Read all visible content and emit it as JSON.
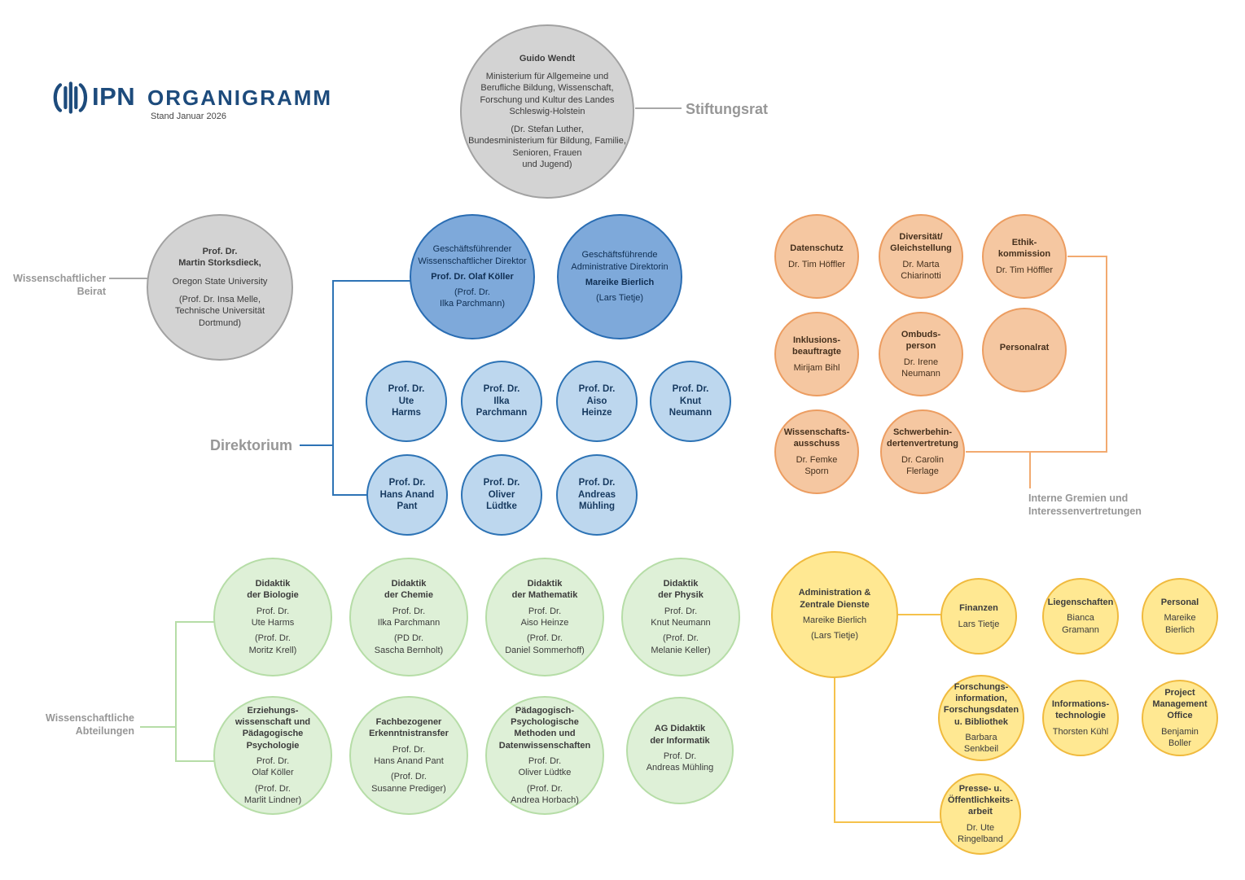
{
  "header": {
    "logo": "IPN",
    "title": "ORGANIGRAMM",
    "date": "Stand Januar 2026"
  },
  "labels": {
    "stiftungsrat": "Stiftungsrat",
    "beirat": "Wissenschaftlicher\nBeirat",
    "direktorium": "Direktorium",
    "gremien": "Interne Gremien und\nInteressenvertretungen",
    "abteilungen": "Wissenschaftliche\nAbteilungen"
  },
  "stiftungsrat": {
    "name": "Guido Wendt",
    "org": "Ministerium für Allgemeine und\nBerufliche Bildung, Wissenschaft,\nForschung und Kultur des Landes\nSchleswig-Holstein",
    "deputy": "(Dr. Stefan Luther,\nBundesministerium für Bildung, Familie,\nSenioren, Frauen\nund Jugend)"
  },
  "beirat": {
    "name": "Prof. Dr.\nMartin Storksdieck,",
    "org": "Oregon State University",
    "deputy": "(Prof. Dr. Insa Melle,\nTechnische Universität\nDortmund)"
  },
  "direktorium": {
    "wiss": {
      "role": "Geschäftsführender\nWissenschaftlicher Direktor",
      "name": "Prof. Dr. Olaf Köller",
      "deputy": "(Prof. Dr.\nIlka Parchmann)"
    },
    "admin": {
      "role": "Geschäftsführende\nAdministrative Direktorin",
      "name": "Mareike Bierlich",
      "deputy": "(Lars Tietje)"
    },
    "members": [
      "Prof. Dr.\nUte\nHarms",
      "Prof. Dr.\nIlka\nParchmann",
      "Prof. Dr.\nAiso\nHeinze",
      "Prof. Dr.\nKnut\nNeumann",
      "Prof. Dr.\nHans Anand\nPant",
      "Prof. Dr.\nOliver\nLüdtke",
      "Prof. Dr.\nAndreas\nMühling"
    ]
  },
  "gremien": [
    {
      "title": "Datenschutz",
      "name": "Dr. Tim Höffler"
    },
    {
      "title": "Diversität/\nGleichstellung",
      "name": "Dr. Marta\nChiarinotti"
    },
    {
      "title": "Ethik-\nkommission",
      "name": "Dr. Tim Höffler"
    },
    {
      "title": "Inklusions-\nbeauftragte",
      "name": "Mirijam Bihl"
    },
    {
      "title": "Ombuds-\nperson",
      "name": "Dr. Irene\nNeumann"
    },
    {
      "title": "Personalrat",
      "name": ""
    },
    {
      "title": "Wissenschafts-\nausschuss",
      "name": "Dr. Femke\nSporn"
    },
    {
      "title": "Schwerbehin-\ndertenvertretung",
      "name": "Dr. Carolin\nFlerlage"
    }
  ],
  "abteilungen": [
    {
      "title": "Didaktik\nder Biologie",
      "name": "Prof. Dr.\nUte Harms",
      "deputy": "(Prof. Dr.\nMoritz Krell)"
    },
    {
      "title": "Didaktik\nder Chemie",
      "name": "Prof. Dr.\nIlka Parchmann",
      "deputy": "(PD Dr.\nSascha Bernholt)"
    },
    {
      "title": "Didaktik\nder Mathematik",
      "name": "Prof. Dr.\nAiso Heinze",
      "deputy": "(Prof. Dr.\nDaniel Sommerhoff)"
    },
    {
      "title": "Didaktik\nder Physik",
      "name": "Prof. Dr.\nKnut Neumann",
      "deputy": "(Prof. Dr.\nMelanie Keller)"
    },
    {
      "title": "Erziehungs-\nwissenschaft und\nPädagogische\nPsychologie",
      "name": "Prof. Dr.\nOlaf Köller",
      "deputy": "(Prof. Dr.\nMarlit Lindner)"
    },
    {
      "title": "Fachbezogener\nErkenntnistransfer",
      "name": "Prof. Dr.\nHans Anand Pant",
      "deputy": "(Prof. Dr.\nSusanne Prediger)"
    },
    {
      "title": "Pädagogisch-\nPsychologische\nMethoden und\nDatenwissenschaften",
      "name": "Prof. Dr.\nOliver Lüdtke",
      "deputy": "(Prof. Dr.\nAndrea Horbach)"
    },
    {
      "title": "AG Didaktik\nder Informatik",
      "name": "Prof. Dr.\nAndreas Mühling",
      "deputy": ""
    }
  ],
  "verwaltung": {
    "head": {
      "title": "Administration &\nZentrale Dienste",
      "name": "Mareike Bierlich",
      "deputy": "(Lars Tietje)"
    },
    "units": [
      {
        "title": "Finanzen",
        "name": "Lars Tietje"
      },
      {
        "title": "Liegenschaften",
        "name": "Bianca Gramann"
      },
      {
        "title": "Personal",
        "name": "Mareike Bierlich"
      },
      {
        "title": "Forschungs-\ninformation,\nForschungsdaten\nu. Bibliothek",
        "name": "Barbara\nSenkbeil"
      },
      {
        "title": "Informations-\ntechnologie",
        "name": "Thorsten Kühl"
      },
      {
        "title": "Project\nManagement\nOffice",
        "name": "Benjamin Boller"
      },
      {
        "title": "Presse- u.\nÖffentlichkeits-\narbeit",
        "name": "Dr. Ute\nRingelband"
      }
    ]
  },
  "colors": {
    "brand_navy": "#1d4b7c",
    "label_gray": "#979797",
    "gray_fill": "#d3d3d3",
    "gray_border": "#a2a2a2",
    "blue_fill": "#7ea9da",
    "blue_border": "#2a6db3",
    "lightblue_fill": "#bdd7ee",
    "orange_fill": "#f5c7a1",
    "orange_border": "#ec9d61",
    "green_fill": "#def0d7",
    "green_border": "#b6dda7",
    "yellow_fill": "#ffe892",
    "yellow_border": "#f0ba3e"
  }
}
